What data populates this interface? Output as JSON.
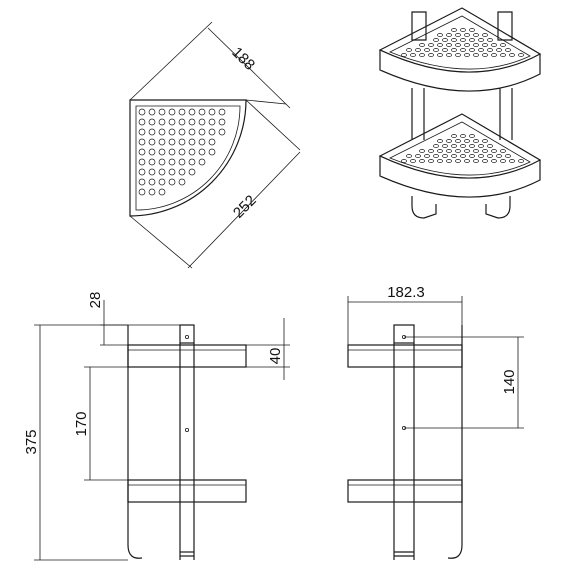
{
  "dimensions": {
    "top_view_side": "188",
    "top_view_diagonal": "252",
    "front_top_offset": "28",
    "front_basket_height": "40",
    "front_spacing": "170",
    "front_total_height": "375",
    "side_width": "182.3",
    "side_spacing": "140"
  },
  "colors": {
    "line": "#1a1a1a",
    "background": "#ffffff"
  }
}
